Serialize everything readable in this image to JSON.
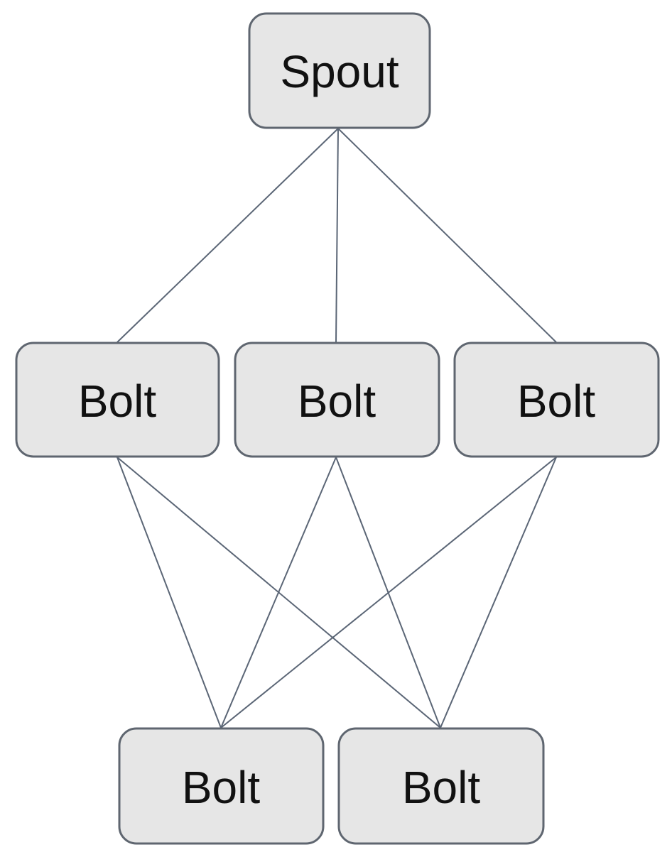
{
  "diagram": {
    "type": "topology",
    "nodes": [
      {
        "id": "spout",
        "label": "Spout"
      },
      {
        "id": "bolt-1",
        "label": "Bolt"
      },
      {
        "id": "bolt-2",
        "label": "Bolt"
      },
      {
        "id": "bolt-3",
        "label": "Bolt"
      },
      {
        "id": "bolt-4",
        "label": "Bolt"
      },
      {
        "id": "bolt-5",
        "label": "Bolt"
      }
    ],
    "edges": [
      {
        "from": "spout",
        "to": "bolt-1"
      },
      {
        "from": "spout",
        "to": "bolt-2"
      },
      {
        "from": "spout",
        "to": "bolt-3"
      },
      {
        "from": "bolt-1",
        "to": "bolt-4"
      },
      {
        "from": "bolt-1",
        "to": "bolt-5"
      },
      {
        "from": "bolt-2",
        "to": "bolt-4"
      },
      {
        "from": "bolt-2",
        "to": "bolt-5"
      },
      {
        "from": "bolt-3",
        "to": "bolt-4"
      },
      {
        "from": "bolt-3",
        "to": "bolt-5"
      }
    ],
    "colors": {
      "node_fill": "#e6e6e6",
      "node_border": "#5f6670",
      "edge": "#5b6676",
      "text": "#111111"
    }
  }
}
